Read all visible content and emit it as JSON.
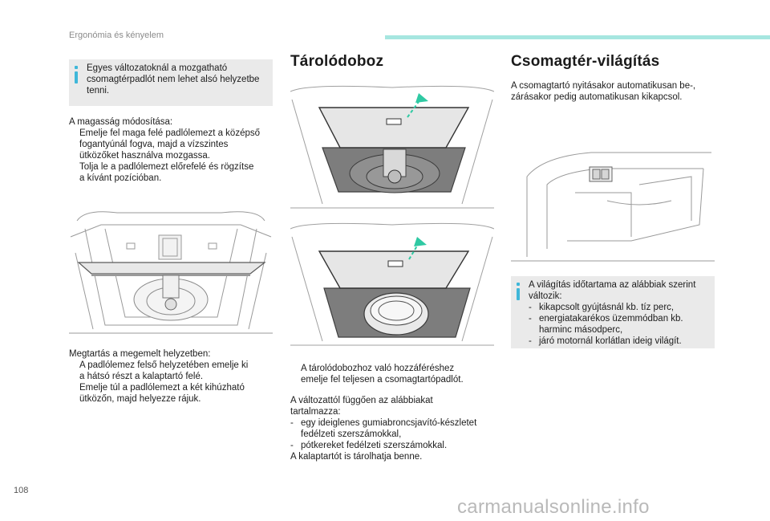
{
  "header": {
    "section": "Ergonómia és kényelem",
    "accent_color": "#a6e6e0"
  },
  "left": {
    "info_box": [
      "Egyes változatoknál a mozgatható",
      "csomagtérpadlót nem lehet alsó helyzetbe",
      "tenni."
    ],
    "height_title": "A magasság módosítása:",
    "height_steps": [
      [
        "Emelje fel maga felé padlólemezt a középső",
        "fogantyúnál fogva, majd a vízszintes",
        "ütközőket használva mozgassa."
      ],
      [
        "Tolja le a padlólemezt előrefelé és rögzítse",
        "a kívánt pozícióban."
      ]
    ],
    "hold_title": "Megtartás a megemelt helyzetben:",
    "hold_steps": [
      [
        "A padlólemez felső helyzetében emelje ki",
        "a hátsó részt a kalaptartó felé."
      ],
      [
        "Emelje túl a padlólemezt a két kihúzható",
        "ütközőn, majd helyezze rájuk."
      ]
    ]
  },
  "middle": {
    "title": "Tárolódoboz",
    "access_step": [
      "A tárolódobozhoz való hozzáféréshez",
      "emelje fel teljesen a csomagtartópadlót."
    ],
    "contents_title": [
      "A változattól függően az alábbiakat",
      "tartalmazza:"
    ],
    "contents_items": [
      [
        "egy ideiglenes gumiabroncsjavító-készletet",
        "fedélzeti szerszámokkal,"
      ],
      [
        "pótkereket fedélzeti szerszámokkal."
      ]
    ],
    "footer": "A kalaptartót is tárolhatja benne."
  },
  "right": {
    "title": "Csomagtér-világítás",
    "intro": [
      "A csomagtartó nyitásakor automatikusan be-,",
      "zárásakor pedig automatikusan kikapcsol."
    ],
    "info_title": [
      "A világítás időtartama az alábbiak szerint",
      "változik:"
    ],
    "info_items": [
      [
        "kikapcsolt gyújtásnál kb. tíz perc,"
      ],
      [
        "energiatakarékos üzemmódban kb.",
        "harminc másodperc,"
      ],
      [
        "járó motornál korlátlan ideig világít."
      ]
    ]
  },
  "symbols": {
    "bullet": "",
    "dash": "-"
  },
  "footer": {
    "page_number": "108",
    "watermark": "carmanualsonline.info"
  },
  "colors": {
    "info_icon": "#3fb7d9",
    "info_bg": "#eaeaea",
    "arrow": "#2fc9a3"
  }
}
